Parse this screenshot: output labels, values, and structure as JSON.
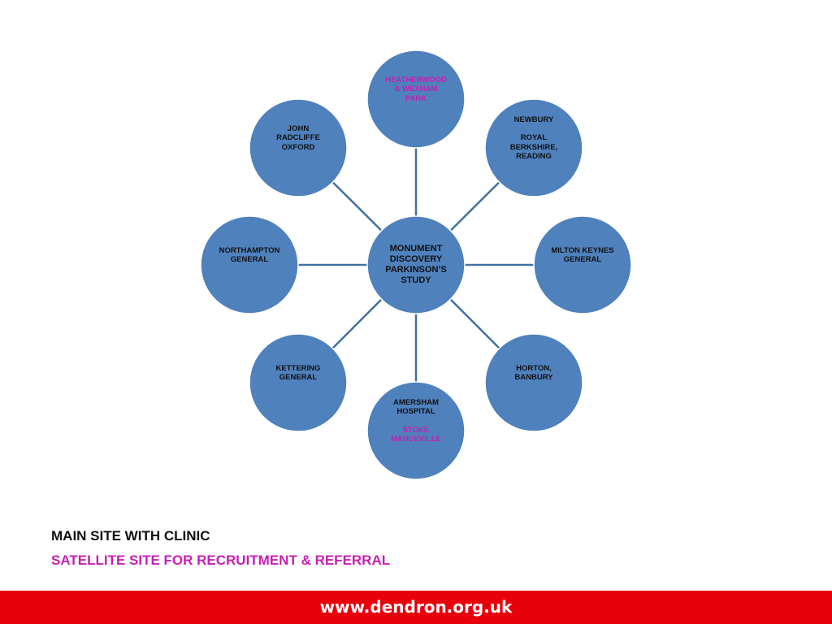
{
  "colors": {
    "node_fill": "#4f81bd",
    "node_stroke": "#ffffff",
    "connector": "#41729e",
    "main_text": "#111111",
    "satellite_text": "#c61fb4",
    "footer_bg": "#e8000b",
    "footer_text": "#ffffff"
  },
  "diagram": {
    "hub": {
      "lines": [
        {
          "text": "MONUMENT",
          "type": "main"
        },
        {
          "text": "DISCOVERY",
          "type": "main"
        },
        {
          "text": "PARKINSON’S",
          "type": "main"
        },
        {
          "text": "STUDY",
          "type": "main"
        }
      ]
    },
    "nodes": [
      {
        "id": "heatherwood",
        "lines": [
          {
            "text": "HEATHERWOOD",
            "type": "satellite"
          },
          {
            "text": "& WEXHAM",
            "type": "satellite"
          },
          {
            "text": "PARK",
            "type": "satellite"
          }
        ]
      },
      {
        "id": "newbury",
        "lines": [
          {
            "text": "NEWBURY",
            "type": "main"
          },
          {
            "text": "",
            "type": "gap"
          },
          {
            "text": "ROYAL",
            "type": "main"
          },
          {
            "text": "BERKSHIRE,",
            "type": "main"
          },
          {
            "text": "READING",
            "type": "main"
          }
        ]
      },
      {
        "id": "milton-keynes",
        "lines": [
          {
            "text": "MILTON KEYNES",
            "type": "main"
          },
          {
            "text": "GENERAL",
            "type": "main"
          }
        ]
      },
      {
        "id": "horton",
        "lines": [
          {
            "text": "HORTON,",
            "type": "main"
          },
          {
            "text": "BANBURY",
            "type": "main"
          }
        ]
      },
      {
        "id": "amersham",
        "lines": [
          {
            "text": "AMERSHAM",
            "type": "main"
          },
          {
            "text": "HOSPITAL",
            "type": "main"
          },
          {
            "text": "",
            "type": "gap"
          },
          {
            "text": "STOKE",
            "type": "satellite"
          },
          {
            "text": "MANDEVILLE",
            "type": "satellite"
          }
        ]
      },
      {
        "id": "kettering",
        "lines": [
          {
            "text": "KETTERING",
            "type": "main"
          },
          {
            "text": "GENERAL",
            "type": "main"
          }
        ]
      },
      {
        "id": "northampton",
        "lines": [
          {
            "text": "NORTHAMPTON",
            "type": "main"
          },
          {
            "text": "GENERAL",
            "type": "main"
          }
        ]
      },
      {
        "id": "john-radcliffe",
        "lines": [
          {
            "text": "JOHN",
            "type": "main"
          },
          {
            "text": "RADCLIFFE",
            "type": "main"
          },
          {
            "text": "OXFORD",
            "type": "main"
          }
        ]
      }
    ]
  },
  "legend": {
    "main_site": "MAIN SITE WITH CLINIC",
    "satellite_site": "SATELLITE SITE FOR RECRUITMENT & REFERRAL"
  },
  "footer": {
    "url": "www.dendron.org.uk"
  }
}
